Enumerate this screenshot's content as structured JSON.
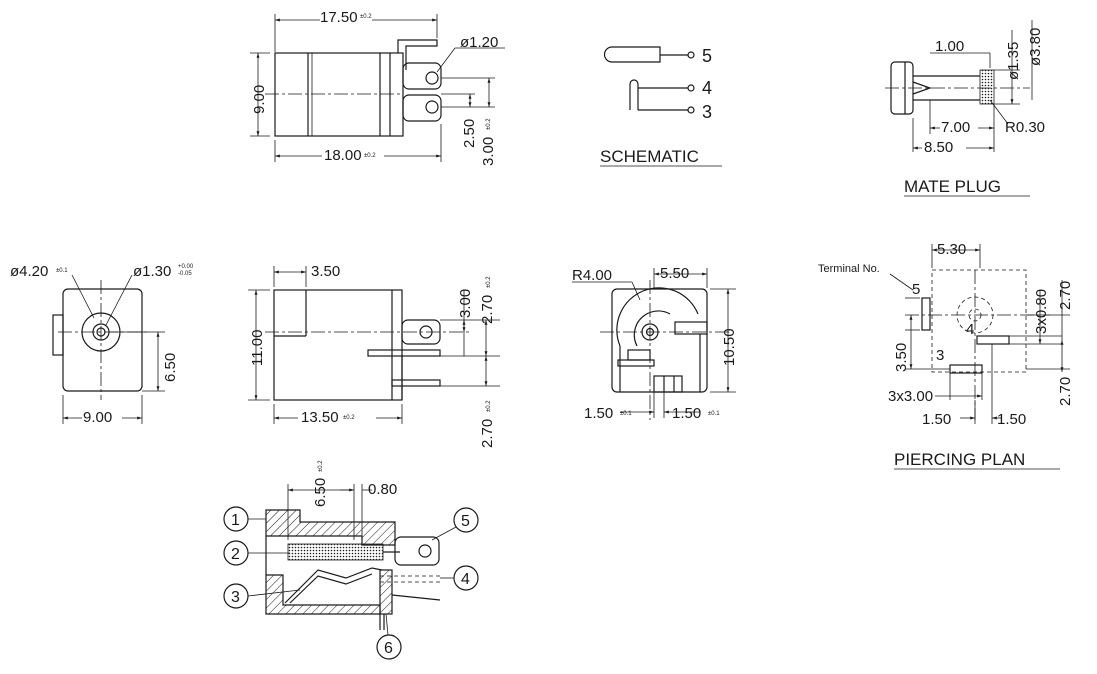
{
  "top_view": {
    "width_top": "17.50",
    "width_top_tol": "±0.2",
    "pin_dia": "ø1.20",
    "height": "9.00",
    "width_bottom": "18.00",
    "width_bottom_tol": "±0.2",
    "pin_gap_a": "2.50",
    "pin_gap_b": "3.00",
    "pin_gap_b_tol": "±0.2"
  },
  "schematic": {
    "title": "SCHEMATIC",
    "pins": [
      "5",
      "4",
      "3"
    ]
  },
  "mate_plug": {
    "title": "MATE PLUG",
    "d_tip": "1.00",
    "d_inner": "ø1.35",
    "d_outer": "ø3.80",
    "len_a": "7.00",
    "radius": "R0.30",
    "len_b": "8.50"
  },
  "front_view": {
    "outer_dia": "ø4.20",
    "outer_dia_tol": "±0.1",
    "pin_dia": "ø1.30",
    "pin_tol_upper": "+0.00",
    "pin_tol_lower": "-0.05",
    "center_height": "6.50",
    "width": "9.00"
  },
  "side_view": {
    "top_offset": "3.50",
    "height": "11.00",
    "length": "13.50",
    "length_tol": "±0.2",
    "pin_a": "3.00",
    "pin_b": "2.70",
    "pin_b_tol": "±0.2",
    "pin_c": "2.70",
    "pin_c_tol": "±0.2"
  },
  "rear_view": {
    "radius": "R4.00",
    "width": "5.50",
    "height": "10.50",
    "off_left": "1.50",
    "off_left_tol": "±0.1",
    "off_right": "1.50",
    "off_right_tol": "±0.1"
  },
  "piercing_plan": {
    "title": "PIERCING PLAN",
    "terminal_label": "Terminal No.",
    "top_width": "5.30",
    "slot": "3x0.80",
    "dim_right_top": "2.70",
    "dim_left": "3.50",
    "dim_right_bottom": "2.70",
    "slot_len": "3x3.00",
    "bottom_left": "1.50",
    "bottom_right": "1.50",
    "terminals": [
      "5",
      "4",
      "3"
    ]
  },
  "section_view": {
    "depth": "6.50",
    "depth_tol": "±0.2",
    "wall": "0.80",
    "callouts": [
      "1",
      "2",
      "3",
      "4",
      "5",
      "6"
    ]
  }
}
